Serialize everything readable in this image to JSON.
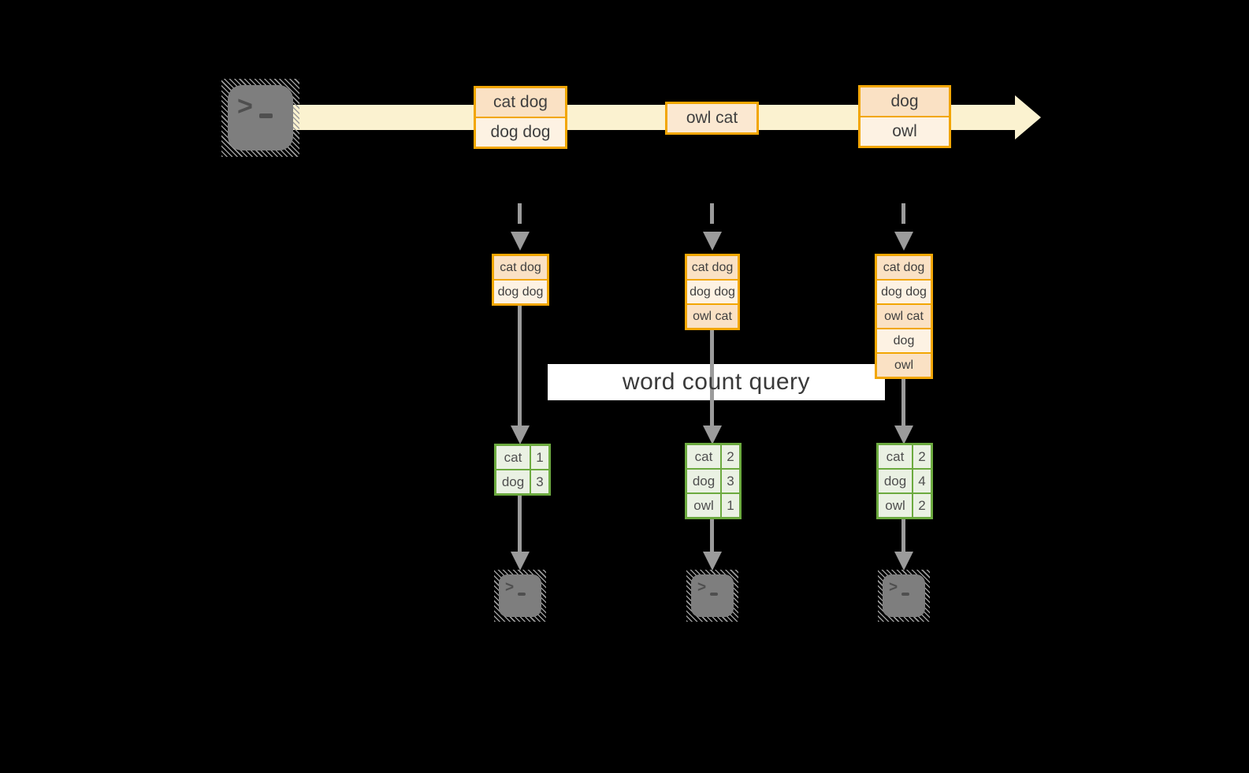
{
  "query": {
    "label": "word count query"
  },
  "colors": {
    "orange_border": "#F2A602",
    "peach_fill": "#FAE1C4",
    "peach_lt_fill": "#FBE8D1",
    "cream_fill": "#FDF2E3",
    "stream_band": "#FBF2D0",
    "green_border": "#6CAA3F",
    "green_fill": "#EAF1E3",
    "arrow_gray": "#9B9B9B",
    "text_dark": "#3F3F3F"
  },
  "icons": {
    "source": "terminal-icon",
    "sinks": [
      "terminal-icon",
      "terminal-icon",
      "terminal-icon"
    ],
    "prompt_chevron": ">"
  },
  "stream": {
    "events": [
      {
        "rows": [
          "cat dog",
          "dog dog"
        ]
      },
      {
        "rows": [
          "owl cat"
        ]
      },
      {
        "rows": [
          "dog",
          "owl"
        ]
      }
    ]
  },
  "columns": [
    {
      "input_rows": [
        "cat dog",
        "dog dog"
      ],
      "counts": [
        {
          "word": "cat",
          "count": "1"
        },
        {
          "word": "dog",
          "count": "3"
        }
      ]
    },
    {
      "input_rows": [
        "cat dog",
        "dog dog",
        "owl cat"
      ],
      "counts": [
        {
          "word": "cat",
          "count": "2"
        },
        {
          "word": "dog",
          "count": "3"
        },
        {
          "word": "owl",
          "count": "1"
        }
      ]
    },
    {
      "input_rows": [
        "cat dog",
        "dog dog",
        "owl cat",
        "dog",
        "owl"
      ],
      "counts": [
        {
          "word": "cat",
          "count": "2"
        },
        {
          "word": "dog",
          "count": "4"
        },
        {
          "word": "owl",
          "count": "2"
        }
      ]
    }
  ]
}
